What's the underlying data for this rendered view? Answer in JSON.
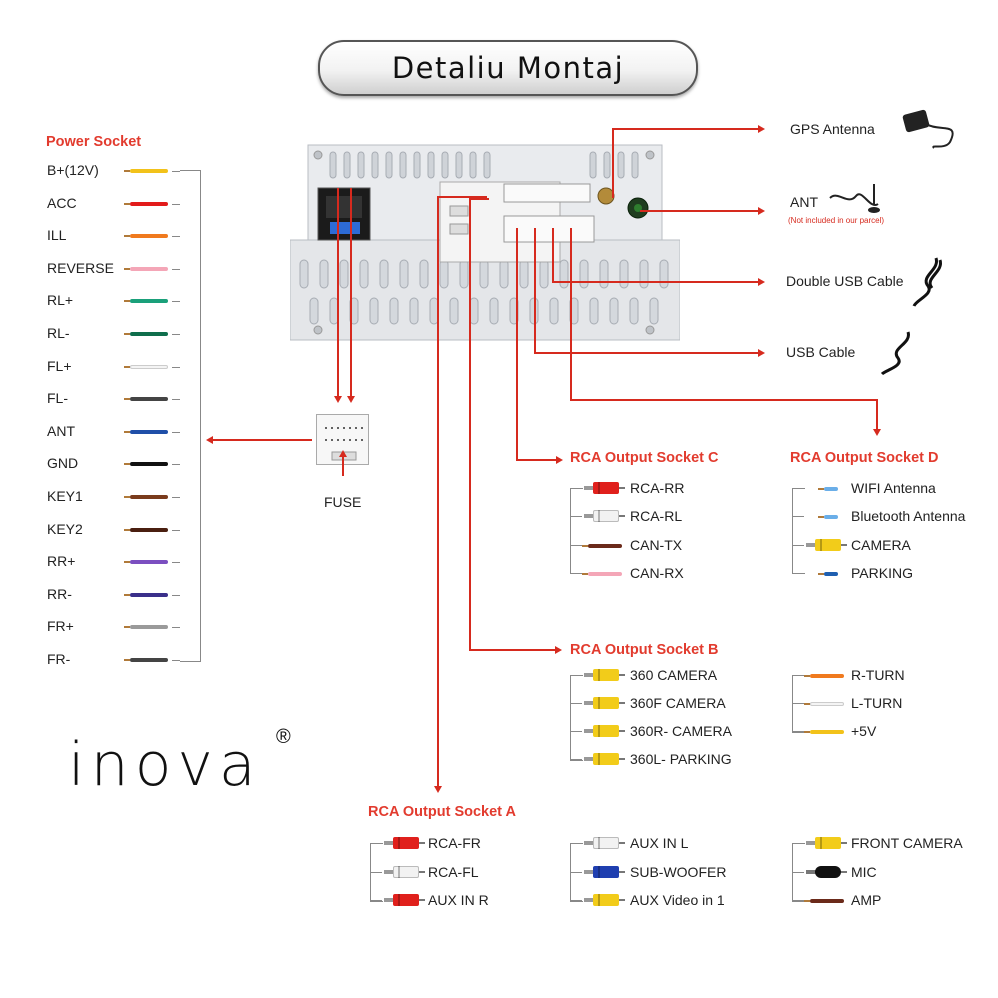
{
  "title": "Detaliu Montaj",
  "power_socket": {
    "title": "Power Socket",
    "wires": [
      {
        "label": "B+(12V)",
        "color": "#f2c21a"
      },
      {
        "label": "ACC",
        "color": "#e21b1b"
      },
      {
        "label": "ILL",
        "color": "#f07a1e"
      },
      {
        "label": "REVERSE",
        "color": "#f4a6b7"
      },
      {
        "label": "RL+",
        "color": "#1aa07a"
      },
      {
        "label": "RL-",
        "color": "#0f6e4c"
      },
      {
        "label": "FL+",
        "color": "#f4f4f4"
      },
      {
        "label": "FL-",
        "color": "#444444"
      },
      {
        "label": "ANT",
        "color": "#1f4fa8"
      },
      {
        "label": "GND",
        "color": "#111111"
      },
      {
        "label": "KEY1",
        "color": "#7a3b1c"
      },
      {
        "label": "KEY2",
        "color": "#4a1f10"
      },
      {
        "label": "RR+",
        "color": "#7b4fc0"
      },
      {
        "label": "RR-",
        "color": "#3a2f8a"
      },
      {
        "label": "FR+",
        "color": "#9a9a9a"
      },
      {
        "label": "FR-",
        "color": "#444444"
      }
    ]
  },
  "fuse_label": "FUSE",
  "peripherals": {
    "gps": "GPS Antenna",
    "ant": "ANT",
    "ant_note": "(Not included in our parcel)",
    "double_usb": "Double USB Cable",
    "usb": "USB Cable"
  },
  "socket_c": {
    "title": "RCA Output Socket C",
    "items": [
      {
        "label": "RCA-RR",
        "kind": "rca",
        "color": "#e0201c"
      },
      {
        "label": "RCA-RL",
        "kind": "rca",
        "color": "#f2f2f2"
      },
      {
        "label": "CAN-TX",
        "kind": "wire",
        "color": "#6b2a1a"
      },
      {
        "label": "CAN-RX",
        "kind": "wire",
        "color": "#f4a6b7"
      }
    ]
  },
  "socket_d": {
    "title": "RCA Output Socket D",
    "items": [
      {
        "label": "WIFI Antenna",
        "kind": "ant",
        "color": "#6aaee8"
      },
      {
        "label": "Bluetooth Antenna",
        "kind": "ant",
        "color": "#6aaee8"
      },
      {
        "label": "CAMERA",
        "kind": "rca",
        "color": "#f2cc1a"
      },
      {
        "label": "PARKING",
        "kind": "ant",
        "color": "#1f5fb0"
      }
    ]
  },
  "socket_b": {
    "title": "RCA Output Socket B",
    "items": [
      {
        "label": "360 CAMERA",
        "kind": "rca",
        "color": "#f2cc1a"
      },
      {
        "label": "360F CAMERA",
        "kind": "rca",
        "color": "#f2cc1a"
      },
      {
        "label": "360R- CAMERA",
        "kind": "rca",
        "color": "#f2cc1a"
      },
      {
        "label": "360L- PARKING",
        "kind": "rca",
        "color": "#f2cc1a"
      }
    ],
    "extra": [
      {
        "label": "R-TURN",
        "kind": "wire",
        "color": "#f07a1e"
      },
      {
        "label": "L-TURN",
        "kind": "wire",
        "color": "#f4f4f4"
      },
      {
        "label": "+5V",
        "kind": "wire",
        "color": "#f2c21a"
      }
    ]
  },
  "socket_a": {
    "title": "RCA Output Socket A",
    "col1": [
      {
        "label": "RCA-FR",
        "kind": "rca",
        "color": "#e0201c"
      },
      {
        "label": "RCA-FL",
        "kind": "rca",
        "color": "#f2f2f2"
      },
      {
        "label": "AUX IN R",
        "kind": "rca",
        "color": "#e0201c"
      }
    ],
    "col2": [
      {
        "label": "AUX IN L",
        "kind": "rca",
        "color": "#f2f2f2"
      },
      {
        "label": "SUB-WOOFER",
        "kind": "rca",
        "color": "#1f3fb0"
      },
      {
        "label": "AUX Video in 1",
        "kind": "rca",
        "color": "#f2cc1a"
      }
    ],
    "col3": [
      {
        "label": "FRONT CAMERA",
        "kind": "rca",
        "color": "#f2cc1a"
      },
      {
        "label": "MIC",
        "kind": "mic",
        "color": "#111111"
      },
      {
        "label": "AMP",
        "kind": "wire",
        "color": "#6b2a1a"
      }
    ]
  },
  "brand": "inova",
  "brand_mark": "®"
}
